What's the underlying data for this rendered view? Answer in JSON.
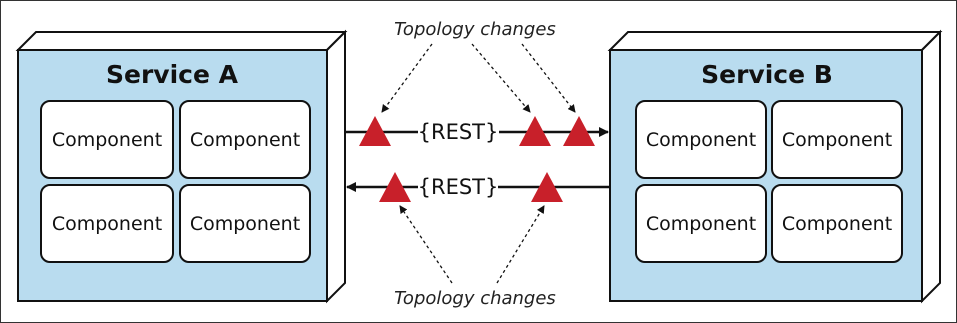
{
  "colors": {
    "service_fill": "#b9dcef",
    "service_shadow": "#ffffff",
    "component_fill": "#ffffff",
    "outline": "#111111",
    "topology_marker": "#c8202a"
  },
  "topology_labels": {
    "top": "Topology changes",
    "bottom": "Topology changes"
  },
  "services": [
    {
      "title": "Service A",
      "components": [
        "Component",
        "Component",
        "Component",
        "Component"
      ]
    },
    {
      "title": "Service B",
      "components": [
        "Component",
        "Component",
        "Component",
        "Component"
      ]
    }
  ],
  "connections": [
    {
      "label": "{REST}",
      "direction": "A to B",
      "topology_markers": 3
    },
    {
      "label": "{REST}",
      "direction": "B to A",
      "topology_markers": 2
    }
  ]
}
